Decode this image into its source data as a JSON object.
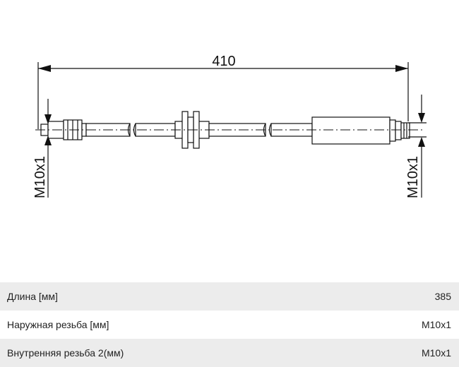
{
  "drawing": {
    "overall_length": "410",
    "left_thread": "M10x1",
    "right_thread": "M10x1"
  },
  "specs": [
    {
      "label": "Длина [мм]",
      "value": "385"
    },
    {
      "label": "Наружная резьба [мм]",
      "value": "M10x1"
    },
    {
      "label": "Внутренняя резьба 2(мм)",
      "value": "M10x1"
    }
  ]
}
